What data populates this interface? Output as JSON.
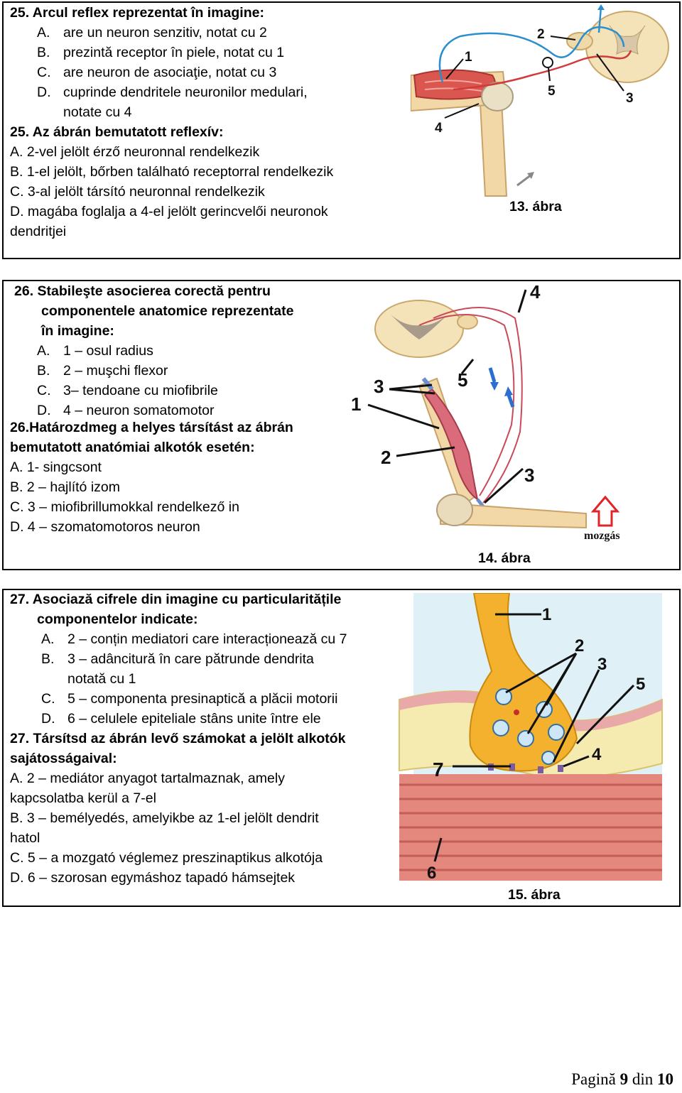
{
  "q25": {
    "ro_title": "25. Arcul reflex reprezentat în imagine:",
    "ro_options": [
      {
        "letter": "A.",
        "text": "are un neuron senzitiv, notat cu 2"
      },
      {
        "letter": "B.",
        "text": "prezintă receptor în piele, notat cu 1"
      },
      {
        "letter": "C.",
        "text": "are neuron de asociaţie, notat cu 3"
      },
      {
        "letter": "D.",
        "text": "cuprinde dendritele neuronilor medulari,"
      }
    ],
    "ro_cont": "notate cu 4",
    "hu_title": "25. Az ábrán bemutatott reflexív:",
    "hu_options": [
      "A. 2-vel jelölt érző neuronnal rendelkezik",
      "B. 1-el jelölt, bőrben található receptorral rendelkezik",
      "C. 3-al jelölt társító neuronnal rendelkezik",
      "D. magába foglalja a 4-el jelölt gerincvelői neuronok"
    ],
    "hu_cont": "dendritjei",
    "caption": "13. ábra",
    "labels": {
      "l1": "1",
      "l2": "2",
      "l3": "3",
      "l4": "4",
      "l5": "5"
    }
  },
  "q26": {
    "ro_title_1": "26. Stabileşte asocierea corectă pentru",
    "ro_title_2": "componentele anatomice reprezentate",
    "ro_title_3": "în imagine:",
    "ro_options": [
      {
        "letter": "A.",
        "text": "1 – osul radius"
      },
      {
        "letter": "B.",
        "text": "2 – muşchi flexor"
      },
      {
        "letter": "C.",
        "text": "3– tendoane cu miofibrile"
      },
      {
        "letter": "D.",
        "text": "4 – neuron somatomotor"
      }
    ],
    "hu_title_1": "26.Határozdmeg a helyes társítást az ábrán",
    "hu_title_2": "bemutatott anatómiai alkotók esetén:",
    "hu_options": [
      "A. 1- singcsont",
      "B. 2 – hajlító izom",
      "C. 3 – miofibrillumokkal rendelkező in",
      "D. 4 – szomatomotoros neuron"
    ],
    "caption": "14. ábra",
    "movement": "mozgás",
    "labels": {
      "l1": "1",
      "l2": "2",
      "l3a": "3",
      "l3b": "3",
      "l4": "4",
      "l5": "5"
    }
  },
  "q27": {
    "ro_title_1": "27. Asociază cifrele din imagine cu particularitățile",
    "ro_title_2": "componentelor indicate:",
    "ro_options": [
      {
        "letter": "A.",
        "text": "2 – conțin mediatori care interacționează cu 7"
      },
      {
        "letter": "B.",
        "text": "3 – adâncitură în care pătrunde dendrita"
      },
      {
        "letter": "C.",
        "text": "5 – componenta presinaptică a plăcii motorii"
      },
      {
        "letter": "D.",
        "text": "6 – celulele epiteliale stâns unite între ele"
      }
    ],
    "ro_cont": "notată cu 1",
    "hu_title_1": "27. Társítsd az ábrán levő számokat a jelölt alkotók",
    "hu_title_2": "sajátosságaival:",
    "hu_A_1": "A. 2 – mediátor anyagot tartalmaznak, amely",
    "hu_A_2": "kapcsolatba kerül a 7-el",
    "hu_B_1": "B. 3 – bemélyedés, amelyikbe az 1-el jelölt dendrit",
    "hu_B_2": "hatol",
    "hu_C": "C. 5 – a mozgató véglemez preszinaptikus alkotója",
    "hu_D": "D. 6 – szorosan egymáshoz tapadó hámsejtek",
    "caption": "15. ábra",
    "labels": {
      "l1": "1",
      "l2": "2",
      "l3": "3",
      "l4": "4",
      "l5": "5",
      "l6": "6",
      "l7": "7"
    }
  },
  "footer": {
    "prefix": "Pagină",
    "page": "9",
    "middle": "din",
    "total": "10"
  }
}
